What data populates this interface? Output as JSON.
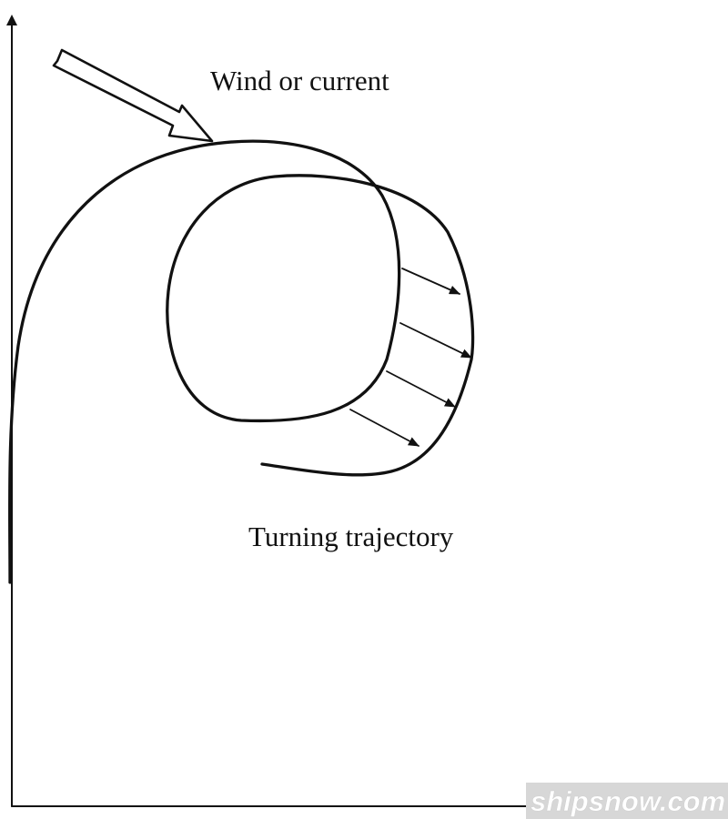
{
  "labels": {
    "wind": "Wind or current",
    "trajectory": "Turning trajectory"
  },
  "watermark": "shipsnow.com",
  "colors": {
    "ink": "#111111",
    "background": "#ffffff",
    "watermark_band": "#d7d7d7"
  }
}
